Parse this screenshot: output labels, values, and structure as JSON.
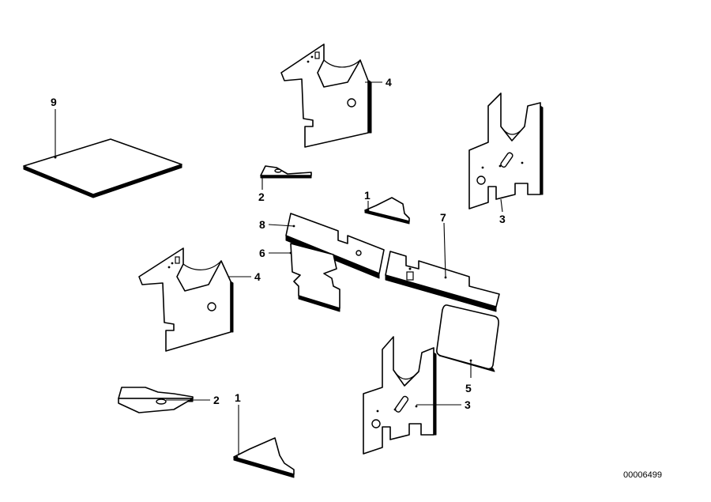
{
  "diagram": {
    "callouts": {
      "c9": "9",
      "c4_top": "4",
      "c2_top": "2",
      "c1_mid": "1",
      "c3_top": "3",
      "c8": "8",
      "c7": "7",
      "c6": "6",
      "c4_left": "4",
      "c5": "5",
      "c3_bottom": "3",
      "c2_bottom": "2",
      "c1_bottom": "1"
    },
    "diagram_id": "00006499"
  }
}
